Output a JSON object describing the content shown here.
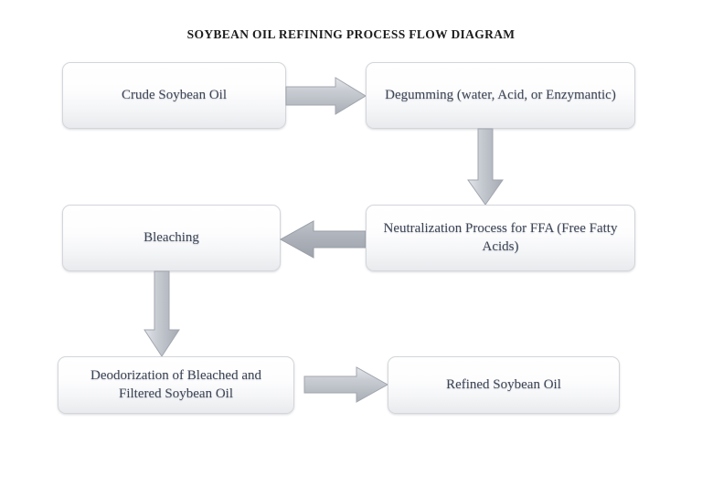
{
  "document": {
    "title": "SOYBEAN OIL REFINING PROCESS FLOW DIAGRAM",
    "background_color": "#ffffff"
  },
  "theme": {
    "box_border_color": "#d3d6da",
    "box_fill_top": "#ffffff",
    "box_fill_bottom": "#e9eaed",
    "text_color": "#3c4453",
    "title_color": "#1c1c1c",
    "arrow_fill": "#b5b9c0",
    "arrow_border": "#9ca1a9"
  },
  "flowchart": {
    "type": "process-flow",
    "nodes": [
      {
        "id": "crude",
        "label": "Crude Soybean Oil",
        "row": 1,
        "column": "left"
      },
      {
        "id": "degumming",
        "label": "Degumming (water, Acid, or Enzymantic)",
        "row": 1,
        "column": "right"
      },
      {
        "id": "neutralization",
        "label": "Neutralization Process for FFA (Free Fatty Acids)",
        "row": 2,
        "column": "right"
      },
      {
        "id": "bleaching",
        "label": "Bleaching",
        "row": 2,
        "column": "left"
      },
      {
        "id": "deodorization",
        "label": "Deodorization of Bleached and Filtered Soybean Oil",
        "row": 3,
        "column": "left"
      },
      {
        "id": "refined",
        "label": "Refined Soybean Oil",
        "row": 3,
        "column": "right"
      }
    ],
    "connectors": [
      {
        "id": "arrow-1",
        "from": "crude",
        "to": "degumming",
        "direction": "right"
      },
      {
        "id": "arrow-2",
        "from": "degumming",
        "to": "neutralization",
        "direction": "down"
      },
      {
        "id": "arrow-3",
        "from": "neutralization",
        "to": "bleaching",
        "direction": "left"
      },
      {
        "id": "arrow-4",
        "from": "bleaching",
        "to": "deodorization",
        "direction": "down"
      },
      {
        "id": "arrow-5",
        "from": "deodorization",
        "to": "refined",
        "direction": "right"
      }
    ]
  }
}
